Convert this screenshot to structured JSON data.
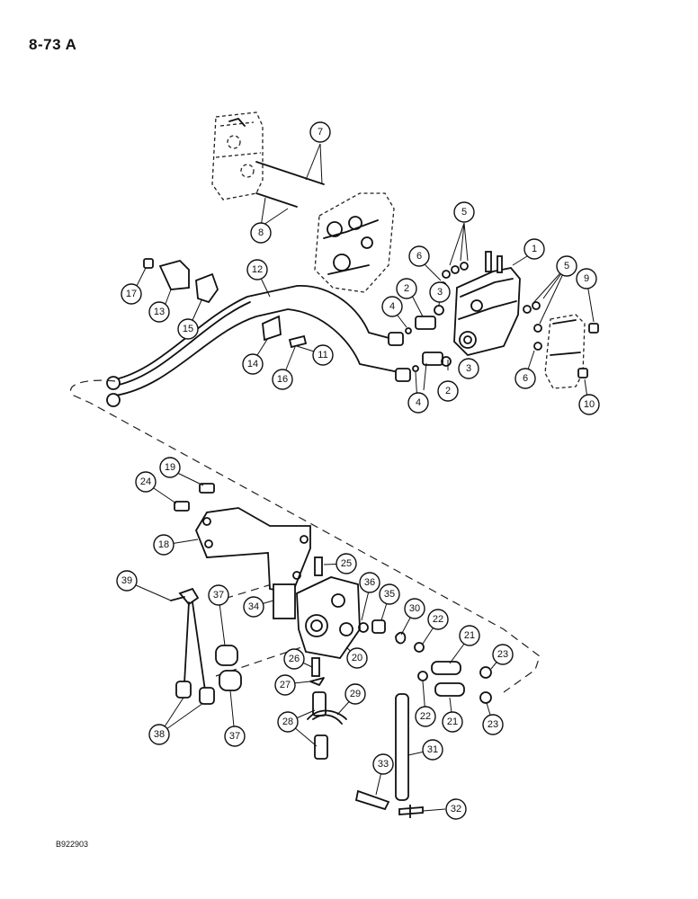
{
  "page_number": "8-73 A",
  "figure_code": "B922903",
  "callouts": [
    {
      "id": "c1",
      "label": "1"
    },
    {
      "id": "c2a",
      "label": "2"
    },
    {
      "id": "c2b",
      "label": "2"
    },
    {
      "id": "c3a",
      "label": "3"
    },
    {
      "id": "c3b",
      "label": "3"
    },
    {
      "id": "c4a",
      "label": "4"
    },
    {
      "id": "c4b",
      "label": "4"
    },
    {
      "id": "c5a",
      "label": "5"
    },
    {
      "id": "c5b",
      "label": "5"
    },
    {
      "id": "c6a",
      "label": "6"
    },
    {
      "id": "c6b",
      "label": "6"
    },
    {
      "id": "c7",
      "label": "7"
    },
    {
      "id": "c8",
      "label": "8"
    },
    {
      "id": "c9",
      "label": "9"
    },
    {
      "id": "c10",
      "label": "10"
    },
    {
      "id": "c11",
      "label": "11"
    },
    {
      "id": "c12",
      "label": "12"
    },
    {
      "id": "c13",
      "label": "13"
    },
    {
      "id": "c14",
      "label": "14"
    },
    {
      "id": "c15",
      "label": "15"
    },
    {
      "id": "c16",
      "label": "16"
    },
    {
      "id": "c17",
      "label": "17"
    },
    {
      "id": "c18",
      "label": "18"
    },
    {
      "id": "c19",
      "label": "19"
    },
    {
      "id": "c20",
      "label": "20"
    },
    {
      "id": "c21a",
      "label": "21"
    },
    {
      "id": "c21b",
      "label": "21"
    },
    {
      "id": "c22a",
      "label": "22"
    },
    {
      "id": "c22b",
      "label": "22"
    },
    {
      "id": "c23a",
      "label": "23"
    },
    {
      "id": "c23b",
      "label": "23"
    },
    {
      "id": "c24",
      "label": "24"
    },
    {
      "id": "c25",
      "label": "25"
    },
    {
      "id": "c26",
      "label": "26"
    },
    {
      "id": "c27",
      "label": "27"
    },
    {
      "id": "c28",
      "label": "28"
    },
    {
      "id": "c29",
      "label": "29"
    },
    {
      "id": "c30",
      "label": "30"
    },
    {
      "id": "c31",
      "label": "31"
    },
    {
      "id": "c32",
      "label": "32"
    },
    {
      "id": "c33",
      "label": "33"
    },
    {
      "id": "c34",
      "label": "34"
    },
    {
      "id": "c35",
      "label": "35"
    },
    {
      "id": "c36",
      "label": "36"
    },
    {
      "id": "c37a",
      "label": "37"
    },
    {
      "id": "c37b",
      "label": "37"
    },
    {
      "id": "c38",
      "label": "38"
    },
    {
      "id": "c39",
      "label": "39"
    }
  ]
}
